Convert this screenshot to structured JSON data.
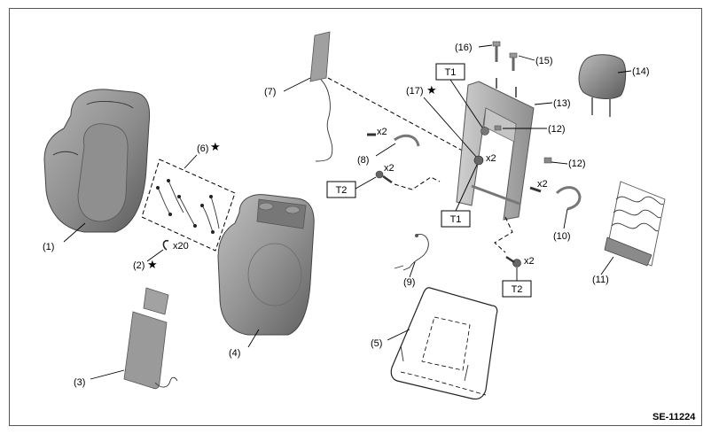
{
  "diagram": {
    "code": "SE-11224",
    "labels": {
      "p1": "(1)",
      "p2": "(2)",
      "p3": "(3)",
      "p4": "(4)",
      "p5": "(5)",
      "p6": "(6)",
      "p7": "(7)",
      "p8": "(8)",
      "p9": "(9)",
      "p10": "(10)",
      "p11": "(11)",
      "p12a": "(12)",
      "p12b": "(12)",
      "p13": "(13)",
      "p14": "(14)",
      "p15": "(15)",
      "p16": "(16)",
      "p17": "(17)"
    },
    "star": "★",
    "quantities": {
      "clip_x20": "x20",
      "bolt8_x2": "x2",
      "t2_left_x2": "x2",
      "nut17_x2": "x2",
      "bolt10_x2": "x2",
      "t2_bottom_x2": "x2"
    },
    "torque_boxes": {
      "t1_top": "T1",
      "t1_mid": "T1",
      "t2_left": "T2",
      "t2_bottom": "T2"
    },
    "colors": {
      "trim": "#8a8a8a",
      "trim_dark": "#5e5e5e",
      "heater": "#9a9a9a",
      "frame_metal": "#b8b8b8"
    }
  }
}
